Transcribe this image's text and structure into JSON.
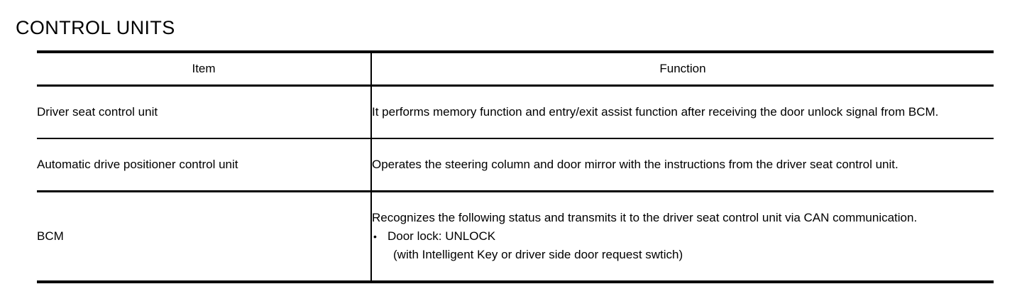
{
  "document": {
    "title": "CONTROL UNITS"
  },
  "table": {
    "headers": {
      "item": "Item",
      "function": "Function"
    },
    "rows": [
      {
        "item": "Driver seat control unit",
        "function_paragraph": "It performs memory function and entry/exit assist function after receiving the door unlock signal from BCM.",
        "bullets": []
      },
      {
        "item": "Automatic drive positioner control unit",
        "function_paragraph": "Operates the steering column and door mirror with the instructions from the driver seat control unit.",
        "bullets": []
      },
      {
        "item": "BCM",
        "function_paragraph": "Recognizes the following status and transmits it to the driver seat control unit via CAN communication.",
        "bullets": [
          {
            "marker": "•",
            "text": "Door lock: UNLOCK",
            "subtext": "(with Intelligent Key or driver side door request swtich)"
          }
        ]
      }
    ]
  },
  "colors": {
    "ink": "#000000",
    "paper": "#ffffff"
  }
}
